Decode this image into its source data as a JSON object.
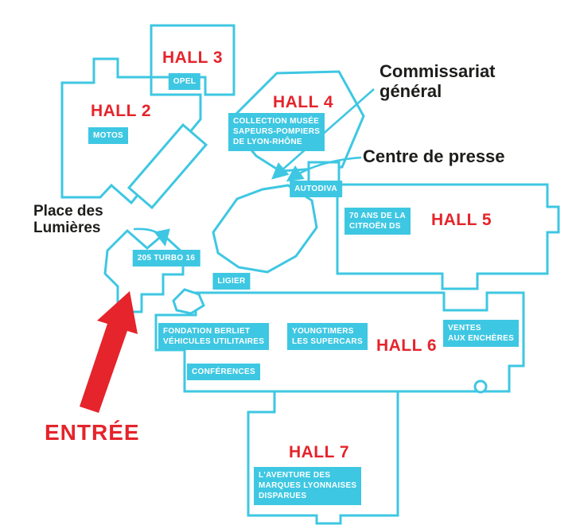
{
  "map": {
    "colors": {
      "cyan": "#3ec7e2",
      "red": "#e5242b",
      "ink": "#1d1d1b",
      "white": "#ffffff"
    },
    "halls": [
      {
        "label": "HALL 2"
      },
      {
        "label": "HALL 3"
      },
      {
        "label": "HALL 4"
      },
      {
        "label": "HALL 5"
      },
      {
        "label": "HALL 6"
      },
      {
        "label": "HALL 7"
      }
    ],
    "exhibits": [
      {
        "label": "OPEL"
      },
      {
        "label": "MOTOS"
      },
      {
        "label": "COLLECTION MUSÉE\nSAPEURS-POMPIERS\nDE LYON-RHÔNE"
      },
      {
        "label": "AUTODIVA"
      },
      {
        "label": "70 ANS DE LA\nCITROËN DS"
      },
      {
        "label": "205 TURBO 16"
      },
      {
        "label": "LIGIER"
      },
      {
        "label": "FONDATION BERLIET\nVÉHICULES UTILITAIRES"
      },
      {
        "label": "YOUNGTIMERS\nLES SUPERCARS"
      },
      {
        "label": "VENTES\nAUX ENCHÈRES"
      },
      {
        "label": "CONFÉRENCES"
      },
      {
        "label": "L'AVENTURE DES\nMARQUES LYONNAISES\nDISPARUES"
      }
    ],
    "annotations": [
      {
        "label": "Commissariat\ngénéral"
      },
      {
        "label": "Centre de presse"
      },
      {
        "label": "Place des\nLumières"
      },
      {
        "label": "ENTRÉE"
      }
    ]
  }
}
